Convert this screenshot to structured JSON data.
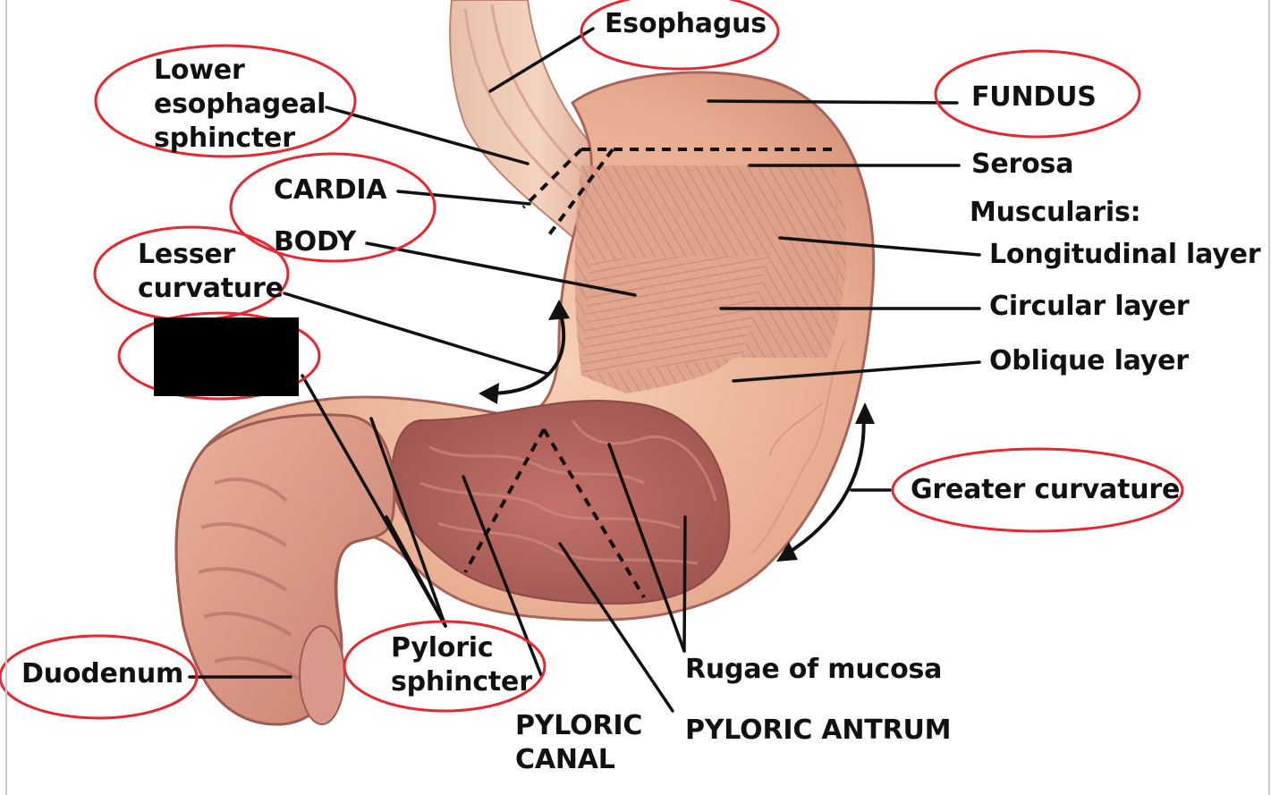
{
  "labels": {
    "esophagus": "Esophagus",
    "lower_es_1": "Lower",
    "lower_es_2": "esophageal",
    "lower_es_3": "sphincter",
    "fundus": "FUNDUS",
    "serosa": "Serosa",
    "muscularis": "Muscularis:",
    "longitudinal": "Longitudinal layer",
    "circular": "Circular layer",
    "oblique": "Oblique layer",
    "cardia": "CARDIA",
    "body": "BODY",
    "lesser_1": "Lesser",
    "lesser_2": "curvature",
    "greater": "Greater curvature",
    "duodenum": "Duodenum",
    "pyloric_sph_1": "Pyloric",
    "pyloric_sph_2": "sphincter",
    "pyloric_canal_1": "PYLORIC",
    "pyloric_canal_2": "CANAL",
    "pyloric_antrum": "PYLORIC ANTRUM",
    "rugae": "Rugae of mucosa"
  },
  "colors": {
    "circle": "#e8262f",
    "leader": "#111111",
    "stomach_light": "#f2c3a6",
    "stomach_mid": "#dc9a80",
    "stomach_dark": "#b4675a",
    "redaction": "#000000"
  }
}
